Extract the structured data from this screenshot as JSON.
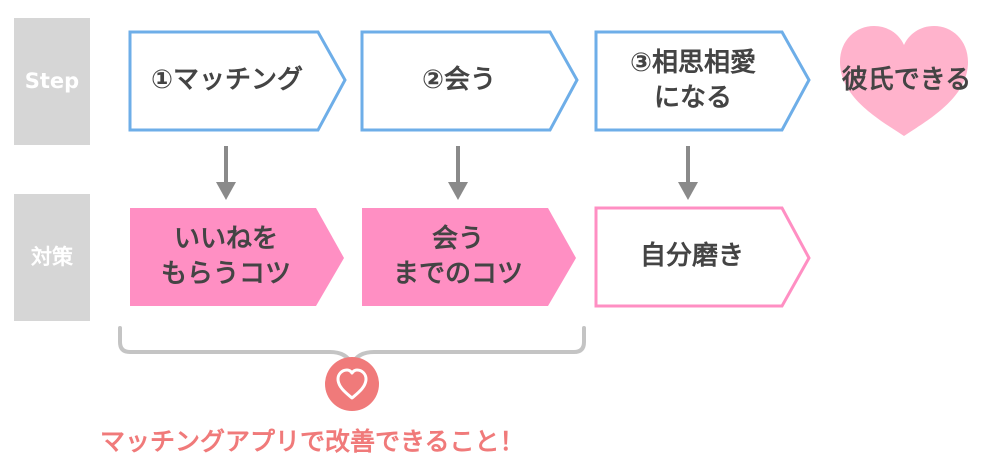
{
  "colors": {
    "side_bg": "#d6d6d6",
    "blue": "#6eaee8",
    "pink": "#ff8fc3",
    "pink_border": "#ff8fc3",
    "arrow": "#8a8a8a",
    "heart": "#ffb3cc",
    "badge": "#f07a7a",
    "bracket": "#c4c4c4",
    "bottom_text": "#f07a7a"
  },
  "rows": {
    "step_label": "Step",
    "measure_label": "対策"
  },
  "steps": [
    {
      "label": "①マッチング"
    },
    {
      "label": "②会う"
    },
    {
      "label": "③相思相愛\nになる"
    }
  ],
  "goal": {
    "label": "彼氏できる",
    "icon": "heart-icon"
  },
  "measures": [
    {
      "label": "いいねを\nもらうコツ"
    },
    {
      "label": "会う\nまでのコツ"
    },
    {
      "label": "自分磨き"
    }
  ],
  "bottom": {
    "badge_icon": "heart-outline-icon",
    "text": "マッチングアプリで改善できること！"
  }
}
